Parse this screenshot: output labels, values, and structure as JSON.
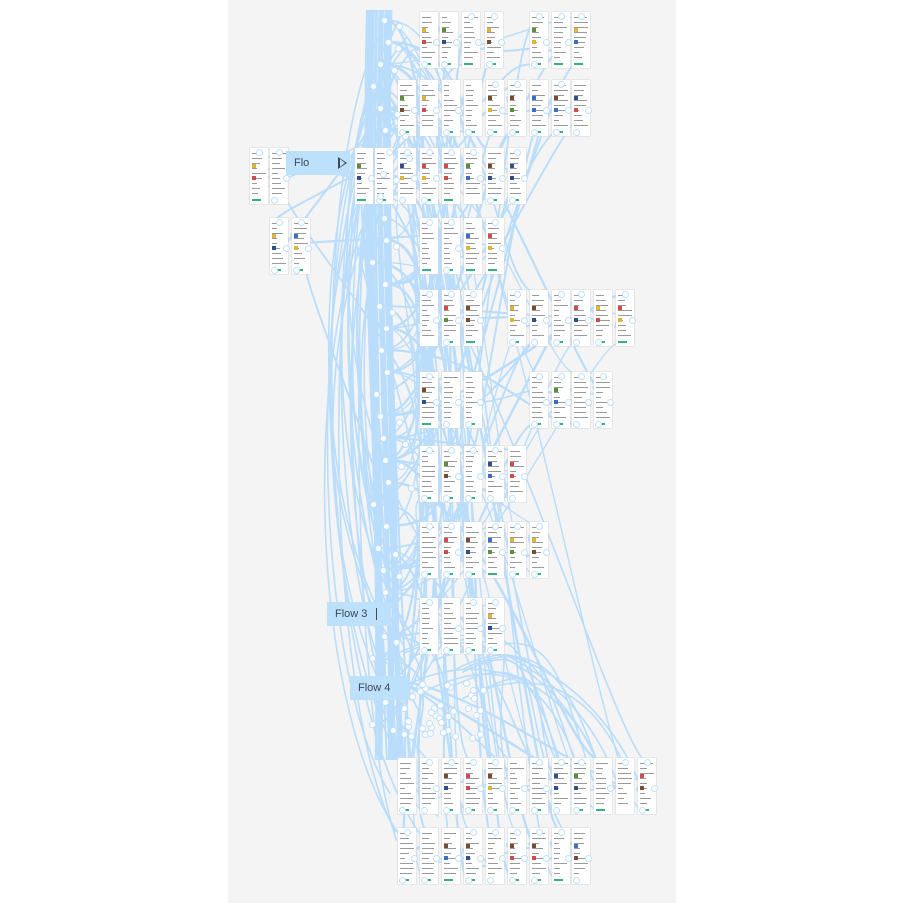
{
  "canvas": {
    "background": "#f4f4f4",
    "connector_color": "#b9ddfb",
    "label_color": "#bde0fb",
    "accent_green": "#38b27c"
  },
  "flows": [
    {
      "id": "flow-1",
      "label": "Flo"
    },
    {
      "id": "flow-3",
      "label": "Flow 3"
    },
    {
      "id": "flow-4",
      "label": "Flow 4"
    }
  ],
  "icons": [
    "play-icon"
  ]
}
